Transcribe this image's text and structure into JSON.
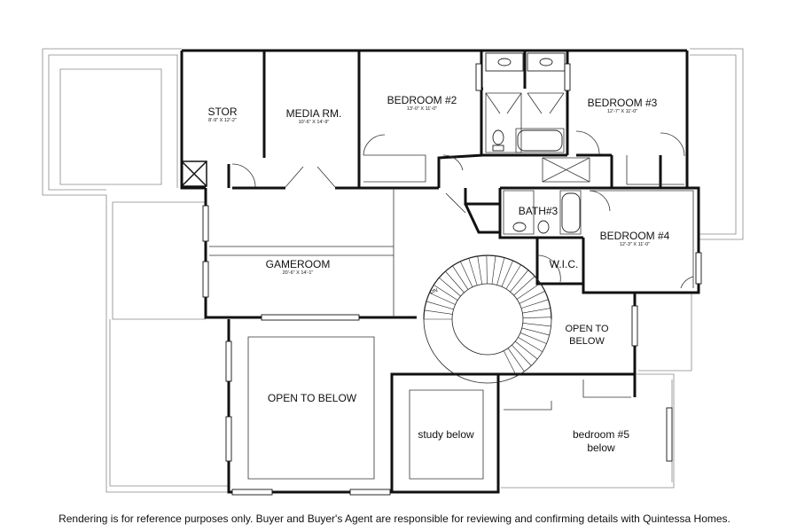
{
  "rooms": {
    "stor": {
      "name": "STOR",
      "dims": "8'-9\" X 12'-2\""
    },
    "media": {
      "name": "MEDIA RM.",
      "dims": "10'-6\" X 14'-9\""
    },
    "bed2": {
      "name": "BEDROOM #2",
      "dims": "13'-0\" X 11'-0\""
    },
    "bed3": {
      "name": "BEDROOM #3",
      "dims": "12'-7\" X 11'-0\""
    },
    "bath3": {
      "name": "BATH#3"
    },
    "bed4": {
      "name": "BEDROOM #4",
      "dims": "12'-3\" X 11'-0\""
    },
    "wic": {
      "name": "W.I.C."
    },
    "gameroom": {
      "name": "GAMEROOM",
      "dims": "20'-6\" X 14'-1\""
    },
    "open_right": {
      "line1": "OPEN TO",
      "line2": "BELOW"
    },
    "open_left": {
      "name": "OPEN TO BELOW"
    },
    "study": {
      "name": "study below"
    },
    "bed5": {
      "line1": "bedroom #5",
      "line2": "below"
    },
    "stair_label": "DN"
  },
  "disclaimer": "Rendering is for reference purposes only. Buyer and Buyer's Agent are responsible for reviewing and confirming details with Quintessa Homes."
}
